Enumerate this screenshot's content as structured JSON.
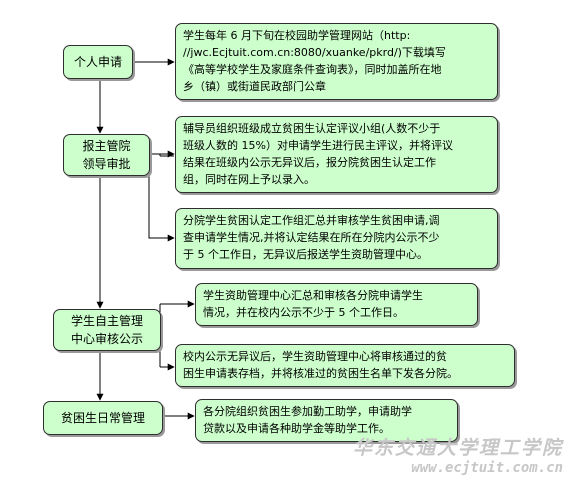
{
  "steps": [
    {
      "label": "个人申请",
      "details": [
        [
          "学生每年 6 月下旬在校园助学管理网站（http:",
          "//jwc.Ecjtuit.com.cn:8080/xuanke/pkrd/)下载填写",
          "《高等学校学生及家庭条件查询表》，同时加盖所在地",
          "乡（镇）或街道民政部门公章"
        ]
      ]
    },
    {
      "label": [
        "报主管院",
        "领导审批"
      ],
      "details": [
        [
          "辅导员组织班级成立贫困生认定评议小组(人数不少于",
          "班级人数的 15%）对申请学生进行民主评议，并将评议",
          "结果在班级内公示无异议后，报分院贫困生认定工作",
          "组，同时在网上予以录入。"
        ],
        [
          "分院学生贫困认定工作组汇总并审核学生贫困申请,调",
          "查申请学生情况,并将认定结果在所在分院内公示不少",
          "于 5 个工作日，无异议后报送学生资助管理中心。"
        ]
      ]
    },
    {
      "label": [
        "学生自主管理",
        "中心审核公示"
      ],
      "details": [
        [
          "学生资助管理中心汇总和审核各分院申请学生",
          "情况，并在校内公示不少于 5 个工作日。"
        ],
        [
          "校内公示无异议后，学生资助管理中心将审核通过的贫",
          "困生申请表存档，并将核准过的贫困生名单下发各分院。"
        ]
      ]
    },
    {
      "label": "贫困生日常管理",
      "details": [
        [
          "各分院组织贫困生参加勤工助学，申请助学",
          "贷款以及申请各种助学金等助学工作。"
        ]
      ]
    }
  ],
  "watermark": {
    "name": "华东交通大学理工学院",
    "url": "www.ecjtuit.com.cn"
  },
  "colors": {
    "box_fill": "#ccffcc",
    "border": "#2e2e2e",
    "shadow": "#9a9a9a",
    "watermark": "#c7c7c7"
  }
}
